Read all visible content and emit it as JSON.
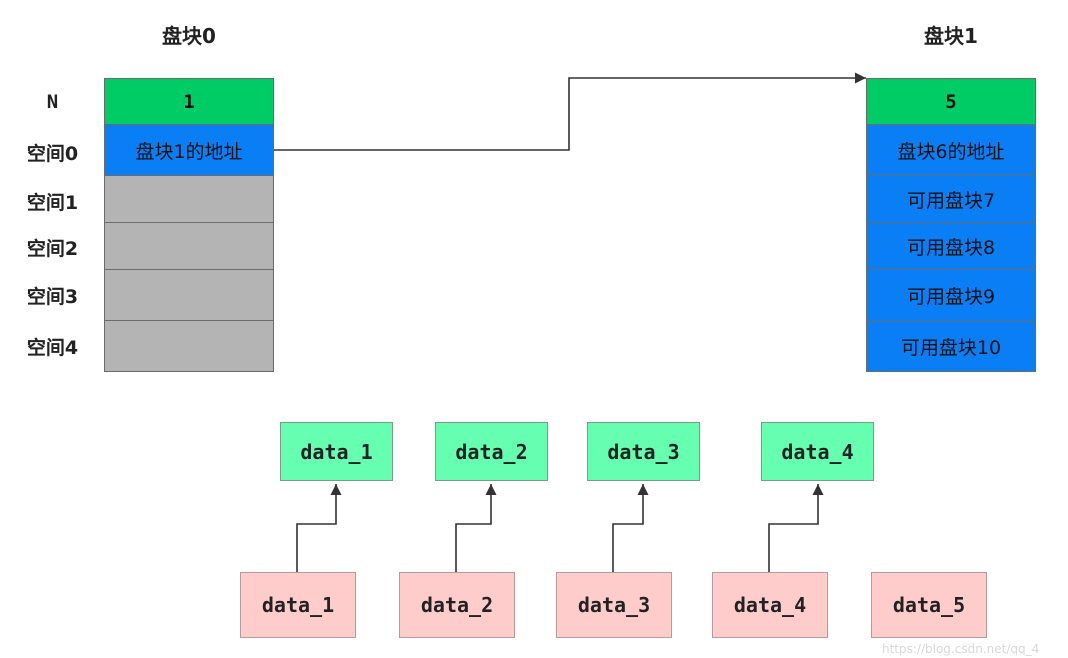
{
  "block0": {
    "title": "盘块0",
    "labels": [
      "N",
      "空间0",
      "空间1",
      "空间2",
      "空间3",
      "空间4"
    ],
    "cells": [
      "1",
      "盘块1的地址",
      "",
      "",
      "",
      ""
    ]
  },
  "block1": {
    "title": "盘块1",
    "cells": [
      "5",
      "盘块6的地址",
      "可用盘块7",
      "可用盘块8",
      "可用盘块9",
      "可用盘块10"
    ]
  },
  "top_row": [
    "data_1",
    "data_2",
    "data_3",
    "data_4"
  ],
  "bottom_row": [
    "data_1",
    "data_2",
    "data_3",
    "data_4",
    "data_5"
  ],
  "watermark": "https://blog.csdn.net/qq_4"
}
